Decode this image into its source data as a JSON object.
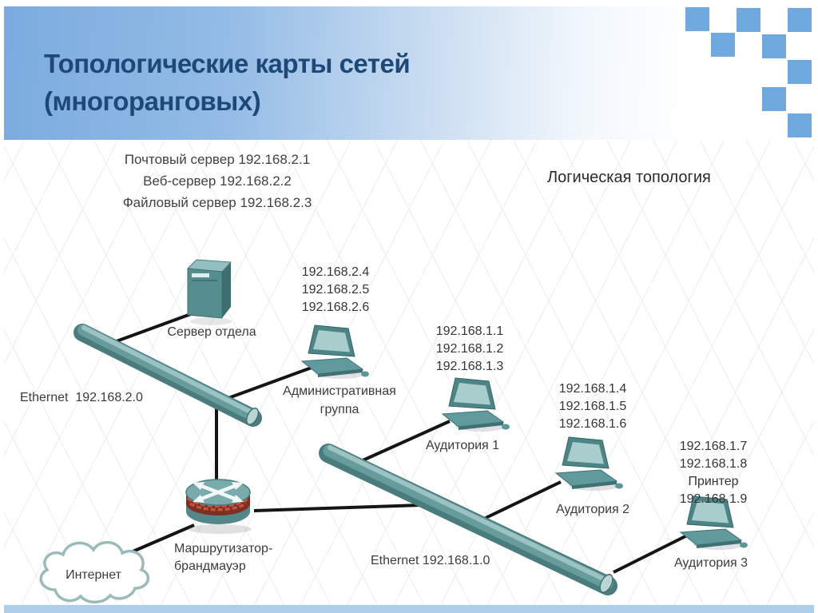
{
  "slide": {
    "title": {
      "line1": "Топологические карты сетей",
      "line2": "(многоранговых)"
    },
    "colors": {
      "title_text": "#1e4877",
      "header_blue": "#7babdf",
      "checker_blue": "#6fa9de",
      "device_teal": "#568d8e",
      "firewall_brick": "#7e2f23",
      "bottom_strip": "#aecde9"
    }
  },
  "diagram": {
    "heading": "Логическая топология",
    "server_note": {
      "lines": [
        "Почтовый сервер 192.168.2.1",
        "Веб-сервер 192.168.2.2",
        "Файловый сервер 192.168.2.3"
      ]
    },
    "department_server": {
      "label": "Сервер отдела"
    },
    "admin_group": {
      "ips": [
        "192.168.2.4",
        "192.168.2.5",
        "192.168.2.6"
      ],
      "label_lines": [
        "Административная",
        "группа"
      ]
    },
    "classroom1": {
      "ips": [
        "192.168.1.1",
        "192.168.1.2",
        "192.168.1.3"
      ],
      "label": "Аудитория 1"
    },
    "classroom2": {
      "ips": [
        "192.168.1.4",
        "192.168.1.5",
        "192.168.1.6"
      ],
      "label": "Аудитория 2"
    },
    "classroom3": {
      "ips": [
        "192.168.1.7",
        "192.168.1.8",
        "Принтер 192.168.1.9"
      ],
      "label": "Аудитория 3"
    },
    "router": {
      "label_lines": [
        "Маршрутизатор-",
        "брандмауэр"
      ]
    },
    "internet": {
      "label": "Интернет"
    },
    "ethernet_bus_2": {
      "label": "Ethernet  192.168.2.0"
    },
    "ethernet_bus_1": {
      "label": "Ethernet 192.168.1.0"
    }
  }
}
